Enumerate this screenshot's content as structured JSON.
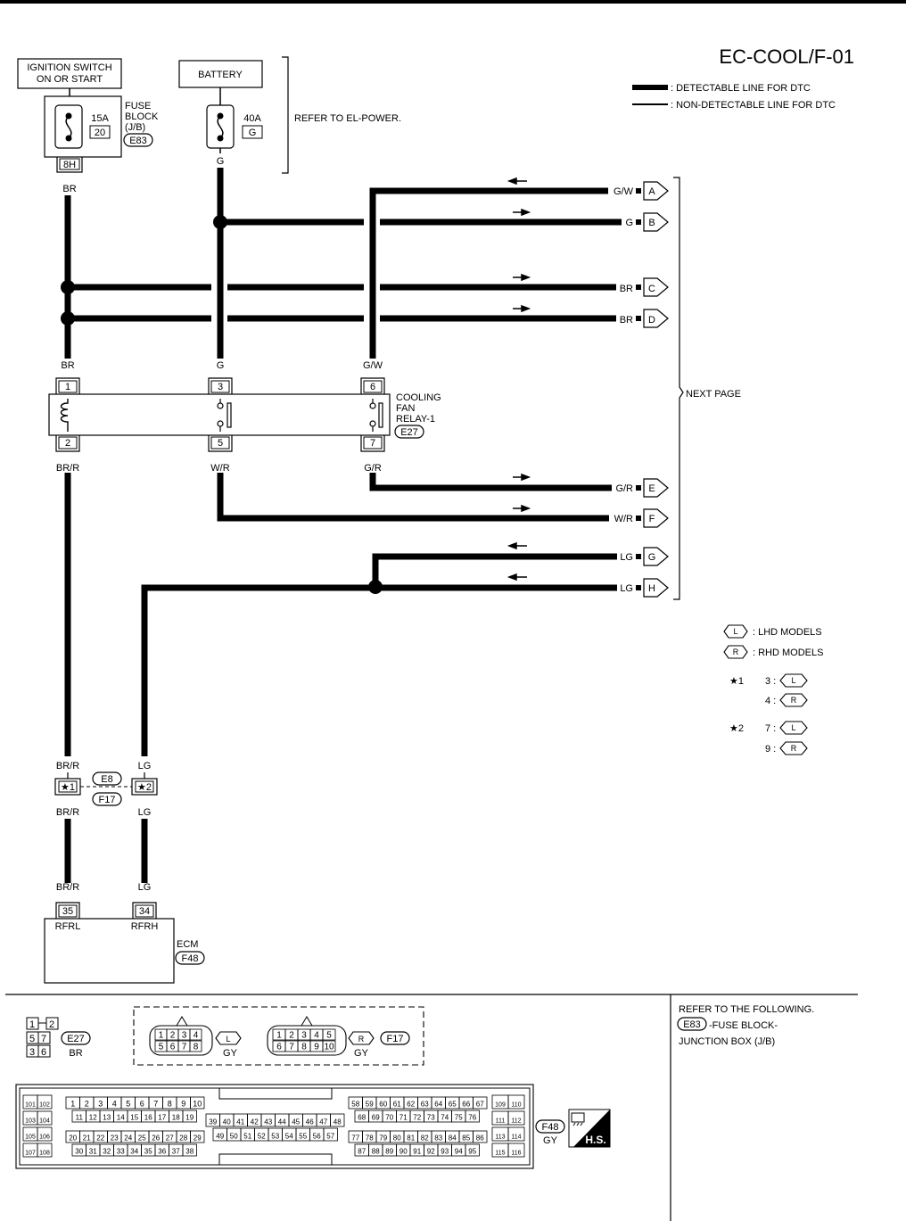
{
  "page_id": "EC-COOL/F-01",
  "legend": {
    "detectable": ": DETECTABLE LINE FOR DTC",
    "non_detectable": ": NON-DETECTABLE LINE FOR DTC"
  },
  "components": {
    "ignition_switch": "IGNITION SWITCH",
    "ignition_switch_2": "ON OR START",
    "battery": "BATTERY",
    "refer_power": "REFER TO EL-POWER.",
    "fuse_block": [
      "FUSE",
      "BLOCK",
      "(J/B)"
    ],
    "fuse_block_conn": "E83",
    "fuse_15a": "15A",
    "fuse_15a_num": "20",
    "fuse_40a": "40A",
    "fuse_40a_g": "G",
    "fuse_term": "8H",
    "relay_name": [
      "COOLING",
      "FAN",
      "RELAY-1"
    ],
    "relay_conn": "E27",
    "ecm": "ECM",
    "ecm_conn": "F48",
    "next_page": "NEXT PAGE"
  },
  "wire_labels": {
    "br": "BR",
    "g": "G",
    "gw": "G/W",
    "brr": "BR/R",
    "wr": "W/R",
    "gr": "G/R",
    "lg": "LG"
  },
  "relay_pins": [
    "1",
    "2",
    "3",
    "5",
    "6",
    "7"
  ],
  "offpage": [
    {
      "wire": "G/W",
      "letter": "A"
    },
    {
      "wire": "G",
      "letter": "B"
    },
    {
      "wire": "BR",
      "letter": "C"
    },
    {
      "wire": "BR",
      "letter": "D"
    },
    {
      "wire": "G/R",
      "letter": "E"
    },
    {
      "wire": "W/R",
      "letter": "F"
    },
    {
      "wire": "LG",
      "letter": "G"
    },
    {
      "wire": "LG",
      "letter": "H"
    }
  ],
  "model_legend": {
    "l": "L",
    "r": "R",
    "lhd": ": LHD MODELS",
    "rhd": ": RHD MODELS",
    "star1": "★1",
    "star2": "★2",
    "s1_l": "3 :",
    "s1_r": "4 :",
    "s2_l": "7 :",
    "s2_r": "9 :"
  },
  "joint": {
    "star1": "★1",
    "star2": "★2",
    "e8": "E8",
    "f17": "F17"
  },
  "ecm_pins": {
    "p35": "35",
    "p34": "34",
    "rfrl": "RFRL",
    "rfrh": "RFRH"
  },
  "connectors": {
    "e27": "E27",
    "e27_color": "BR",
    "e27_pins": [
      "1",
      "2",
      "5",
      "7",
      "3",
      "6"
    ],
    "l": "L",
    "r": "R",
    "gy": "GY",
    "f17": "F17",
    "f48": "F48",
    "hs": "H.S."
  },
  "refer": {
    "line1": "REFER TO THE FOLLOWING.",
    "conn": "E83",
    "line2": "-FUSE BLOCK-",
    "line3": "JUNCTION BOX (J/B)"
  }
}
